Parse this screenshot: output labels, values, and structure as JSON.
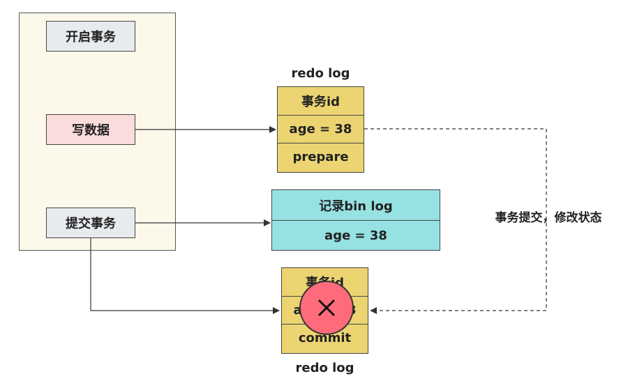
{
  "steps": {
    "start": "开启事务",
    "write": "写数据",
    "commit": "提交事务"
  },
  "redo_log_top": {
    "label": "redo log",
    "rows": [
      "事务id",
      "age = 38",
      "prepare"
    ]
  },
  "bin_log": {
    "rows": [
      "记录bin log",
      "age = 38"
    ]
  },
  "redo_log_bottom": {
    "label": "redo log",
    "rows": [
      "事务id",
      "age = 38",
      "commit"
    ]
  },
  "side_label": "事务提交，修改状态",
  "colors": {
    "panel": "#fcf8ea",
    "redo": "#ebd471",
    "binlog": "#96e1e2",
    "write_step": "#fbdcdc",
    "cross": "#ff6b7b"
  }
}
